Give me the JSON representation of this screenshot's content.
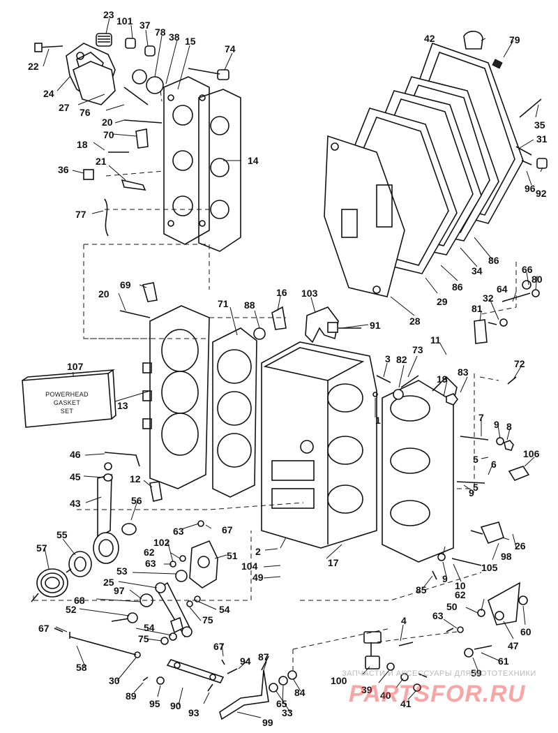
{
  "kit_box": {
    "number": "107",
    "lines": [
      "POWERHEAD",
      "GASKET",
      "SET"
    ]
  },
  "watermark": {
    "caption": "ЗАПЧАСТИ И АКСЕССУАРЫ ДЛЯ МОТОТЕХНИКИ",
    "site": "PARTSFOR.RU"
  },
  "labels": [
    "1",
    "2",
    "3",
    "4",
    "5",
    "5",
    "6",
    "7",
    "8",
    "9",
    "9",
    "9",
    "10",
    "11",
    "12",
    "13",
    "14",
    "15",
    "16",
    "17",
    "18",
    "19",
    "20",
    "20",
    "21",
    "22",
    "23",
    "24",
    "25",
    "26",
    "27",
    "28",
    "29",
    "30",
    "31",
    "32",
    "33",
    "34",
    "35",
    "36",
    "37",
    "38",
    "39",
    "40",
    "41",
    "42",
    "43",
    "45",
    "46",
    "47",
    "49",
    "50",
    "51",
    "52",
    "53",
    "54",
    "54",
    "55",
    "56",
    "57",
    "58",
    "59",
    "60",
    "61",
    "62",
    "62",
    "62",
    "63",
    "63",
    "63",
    "64",
    "65",
    "66",
    "67",
    "67",
    "67",
    "68",
    "69",
    "70",
    "71",
    "72",
    "73",
    "74",
    "75",
    "75",
    "76",
    "77",
    "78",
    "79",
    "80",
    "81",
    "82",
    "83",
    "84",
    "85",
    "86",
    "86",
    "87",
    "88",
    "89",
    "90",
    "91",
    "92",
    "93",
    "94",
    "95",
    "96",
    "97",
    "98",
    "99",
    "100",
    "101",
    "102",
    "103",
    "104",
    "105",
    "106"
  ]
}
